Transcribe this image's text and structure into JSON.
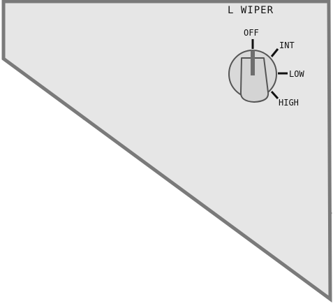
{
  "panel": {
    "title": "L WIPER",
    "background_color": "#e6e6e6",
    "border_color": "#7a7a7a"
  },
  "wiper_knob": {
    "selected_position": "OFF",
    "positions": [
      "OFF",
      "INT",
      "LOW",
      "HIGH"
    ],
    "knob_color": "#d9d9d9",
    "pointer_color": "#6e6e6e"
  }
}
